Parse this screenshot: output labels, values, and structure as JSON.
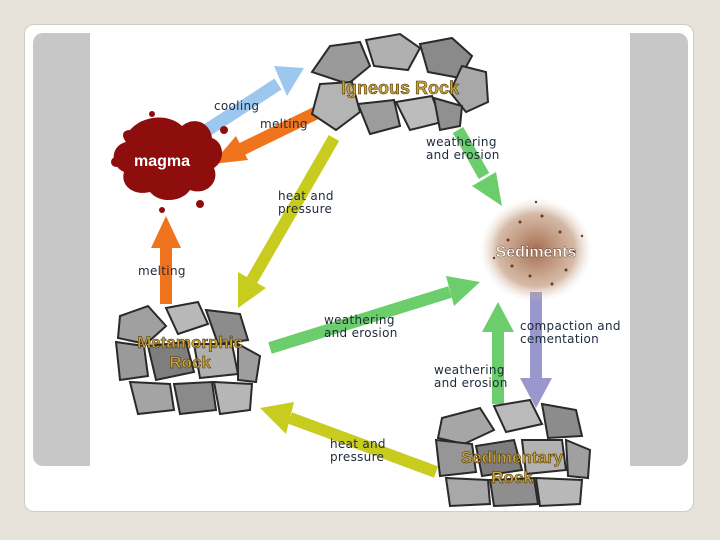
{
  "diagram": {
    "nodes": {
      "igneous": "Igneous Rock",
      "magma": "magma",
      "sediments": "Sediments",
      "metamorphic_line1": "Metamorphic",
      "metamorphic_line2": "Rock",
      "sedimentary_line1": "Sedimentary",
      "sedimentary_line2": "Rock"
    },
    "labels": {
      "cooling": "cooling",
      "melting_top": "melting",
      "weathering_top_1": "weathering",
      "weathering_top_2": "and erosion",
      "heat_top_1": "heat and",
      "heat_top_2": "pressure",
      "melting_left": "melting",
      "weathering_mid_1": "weathering",
      "weathering_mid_2": "and erosion",
      "compaction_1": "compaction and",
      "compaction_2": "cementation",
      "weathering_bottom_1": "weathering",
      "weathering_bottom_2": "and erosion",
      "heat_bottom_1": "heat and",
      "heat_bottom_2": "pressure"
    },
    "colors": {
      "cooling": "#9cc8f0",
      "melting": "#f0741e",
      "weathering": "#6ccd6c",
      "heat_pressure": "#c8cc1e",
      "compaction": "#9898cc",
      "magma": "#8e0d0d",
      "rock": "#8c8c8c",
      "node_title": "#c9a23a"
    }
  }
}
